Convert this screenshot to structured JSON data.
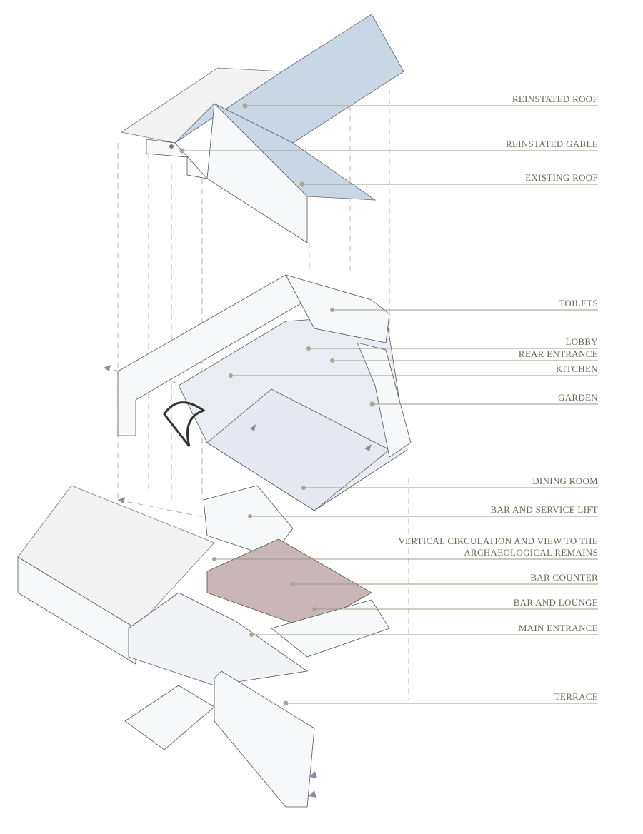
{
  "labels": {
    "reinstated_roof": "REINSTATED ROOF",
    "reinstated_gable": "REINSTATED GABLE",
    "existing_roof": "EXISTING ROOF",
    "toilets": "TOILETS",
    "lobby": "LOBBY",
    "rear_entrance": "REAR ENTRANCE",
    "kitchen": "KITCHEN",
    "garden": "GARDEN",
    "dining_room": "DINING ROOM",
    "bar_service_lift": "BAR AND SERVICE LIFT",
    "vertical_circulation_1": "VERTICAL CIRCULATION AND VIEW TO THE",
    "vertical_circulation_2": "ARCHAEOLOGICAL REMAINS",
    "bar_counter": "BAR COUNTER",
    "bar_lounge": "BAR AND LOUNGE",
    "main_entrance": "MAIN ENTRANCE",
    "terrace": "TERRACE"
  },
  "colors": {
    "label_text": "#6b6a55",
    "roof_glass": "#c9d6e3",
    "bar_tint": "#c9b6b8",
    "circulation_arrows": "#8d8aa6"
  }
}
